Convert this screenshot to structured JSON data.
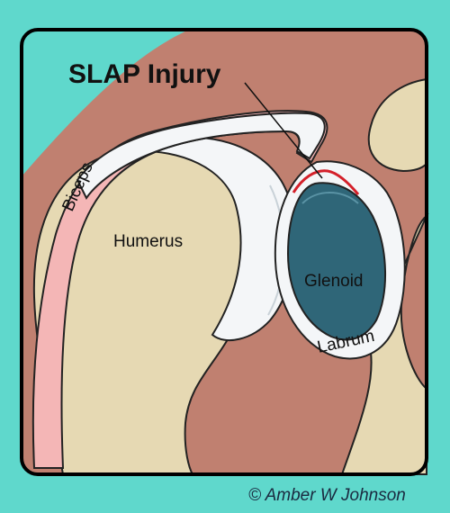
{
  "title": "SLAP Injury",
  "labels": {
    "biceps": "Biceps",
    "humerus": "Humerus",
    "glenoid": "Glenoid",
    "labrum": "Labrum"
  },
  "copyright": "© Amber W Johnson",
  "colors": {
    "background": "#5fd8cc",
    "muscle": "#c08070",
    "bone": "#e6d9b3",
    "cartilage": "#f4f6f8",
    "glenoid": "#2f6678",
    "biceps": "#f4b6b6",
    "injury": "#d4202a",
    "frame": "#000000"
  }
}
